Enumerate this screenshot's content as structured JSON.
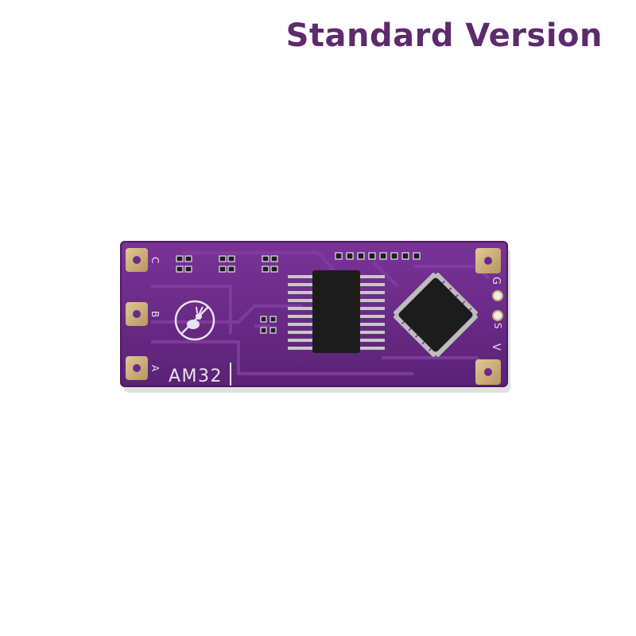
{
  "title": "Standard Version",
  "board": {
    "label": "AM32",
    "left_pads": [
      "C",
      "B",
      "A"
    ],
    "right_pads": [
      "G",
      "S",
      "V"
    ]
  },
  "colors": {
    "title": "#5e2a6e",
    "pcb": "#6b2a8c",
    "pad": "#c9ad78",
    "silkscreen": "#e9e2ef",
    "chip": "#1c1c1c"
  },
  "icons": [
    "no-rabbit-logo-icon"
  ]
}
